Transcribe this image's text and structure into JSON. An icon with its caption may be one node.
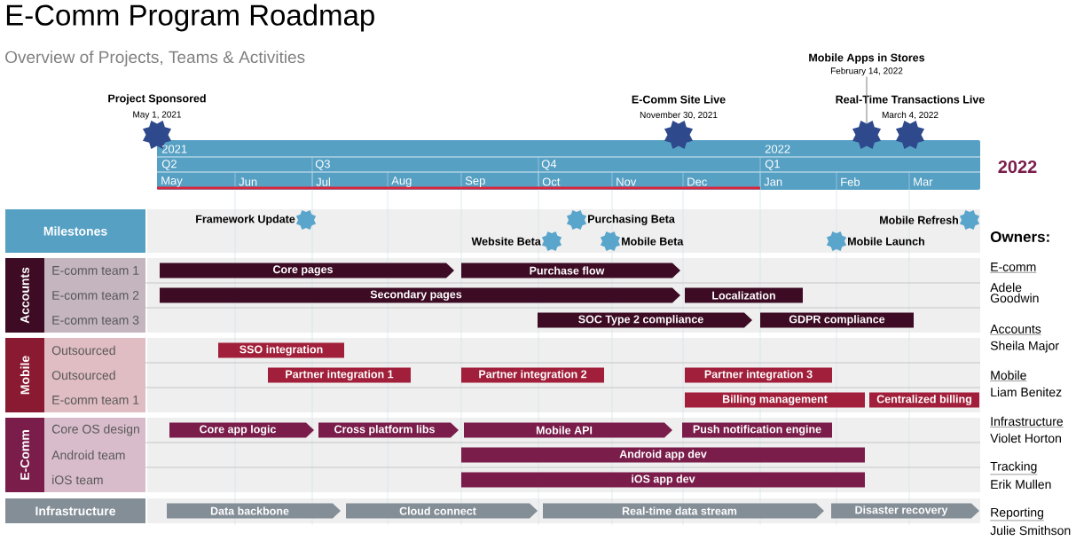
{
  "diagram": {
    "title": "E-Comm Program Roadmap",
    "nodes": [
      {
        "text": [
          "Project Sponsored",
          "May 1, 2021"
        ]
      },
      {
        "text": [
          "E-Comm Site Live",
          "November 30, 2021"
        ]
      },
      {
        "text": [
          "Mobile Apps in Stores",
          "February 14, 2022"
        ]
      },
      {
        "text": [],
        "shape": "star"
      },
      {
        "text": [
          "Real-Time Transactions Live",
          "March 4, 2022"
        ]
      },
      {
        "text": [
          "Milestones"
        ]
      },
      {
        "text": [
          "Framework Update"
        ]
      },
      {
        "text": [
          "Purchasing Beta"
        ]
      },
      {
        "text": [
          "Mobile Refresh"
        ]
      },
      {
        "text": [
          "Website Beta"
        ]
      },
      {
        "text": [
          "Mobile Beta"
        ]
      },
      {
        "text": [
          "Mobile Launch"
        ]
      },
      {
        "text": [
          "Accounts"
        ]
      },
      {
        "text": [
          "E-comm team 1"
        ]
      },
      {
        "text": [
          "E-comm team 2"
        ]
      },
      {
        "text": [
          "E-comm team 3"
        ]
      },
      {
        "text": [
          "Core pages"
        ]
      },
      {
        "text": [
          "Purchase flow"
        ]
      },
      {
        "text": [
          "Secondary pages"
        ]
      },
      {
        "text": [
          "Localization"
        ]
      },
      {
        "text": [
          "SOC Type 2 compliance"
        ]
      },
      {
        "text": [
          "GDPR compliance"
        ]
      },
      {
        "text": [
          "Mobile"
        ]
      },
      {
        "text": [
          "Outsourced"
        ]
      },
      {
        "text": [
          "Outsourced"
        ]
      },
      {
        "text": [
          "E-comm team 1"
        ]
      },
      {
        "text": [
          "SSO integration"
        ]
      },
      {
        "text": [
          "Partner integration 1"
        ]
      },
      {
        "text": [
          "Partner integration 2"
        ]
      },
      {
        "text": [
          "Partner integration 3"
        ]
      },
      {
        "text": [
          "Billing management"
        ]
      },
      {
        "text": [
          "Centralized billing"
        ]
      },
      {
        "text": [
          "E-Comm"
        ]
      },
      {
        "text": [
          "Core OS design"
        ]
      },
      {
        "text": [
          "Android team"
        ]
      },
      {
        "text": [
          "iOS team"
        ]
      },
      {
        "text": [
          "Core app logic"
        ]
      },
      {
        "text": [
          "Cross platform libs"
        ]
      },
      {
        "text": [
          "Mobile API"
        ]
      },
      {
        "text": [
          "Push notification engine"
        ]
      },
      {
        "text": [
          "Android app dev"
        ]
      },
      {
        "text": [
          "iOS app dev"
        ]
      },
      {
        "text": [
          "Infrastructure"
        ]
      },
      {
        "text": [
          "Data backbone"
        ]
      },
      {
        "text": [
          "Cloud connect"
        ]
      },
      {
        "text": [
          "Real-time data stream"
        ]
      },
      {
        "text": [
          "Disaster recovery"
        ]
      }
    ],
    "edges": [
      {
        "from": 2,
        "to": 3,
        "arrow": "none"
      }
    ],
    "labels": [
      "Overview of Projects, Teams & Activities",
      "2021",
      "2022",
      "Q2",
      "Q3",
      "Q4",
      "Q1",
      "May",
      "Jun",
      "Jul",
      "Aug",
      "Sep",
      "Oct",
      "Nov",
      "Dec",
      "Jan",
      "Feb",
      "Mar",
      "2022",
      "Owners:",
      "E-comm",
      "Adele Goodwin",
      "Accounts",
      "Sheila Major",
      "Mobile",
      "Liam Benitez",
      "Infrastructure",
      "Violet Horton",
      "Tracking",
      "Erik Mullen",
      "Reporting",
      "Julie Smithson"
    ]
  }
}
